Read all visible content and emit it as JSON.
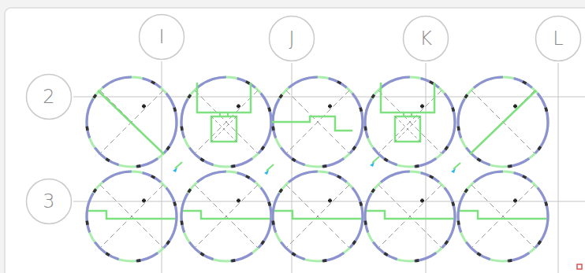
{
  "diagram": {
    "nodes": [
      {
        "text": [
          "I"
        ]
      },
      {
        "text": [
          "J"
        ]
      },
      {
        "text": [
          "K"
        ]
      },
      {
        "text": [
          "L"
        ]
      },
      {
        "text": [
          "2"
        ]
      },
      {
        "text": [
          "3"
        ]
      }
    ]
  }
}
